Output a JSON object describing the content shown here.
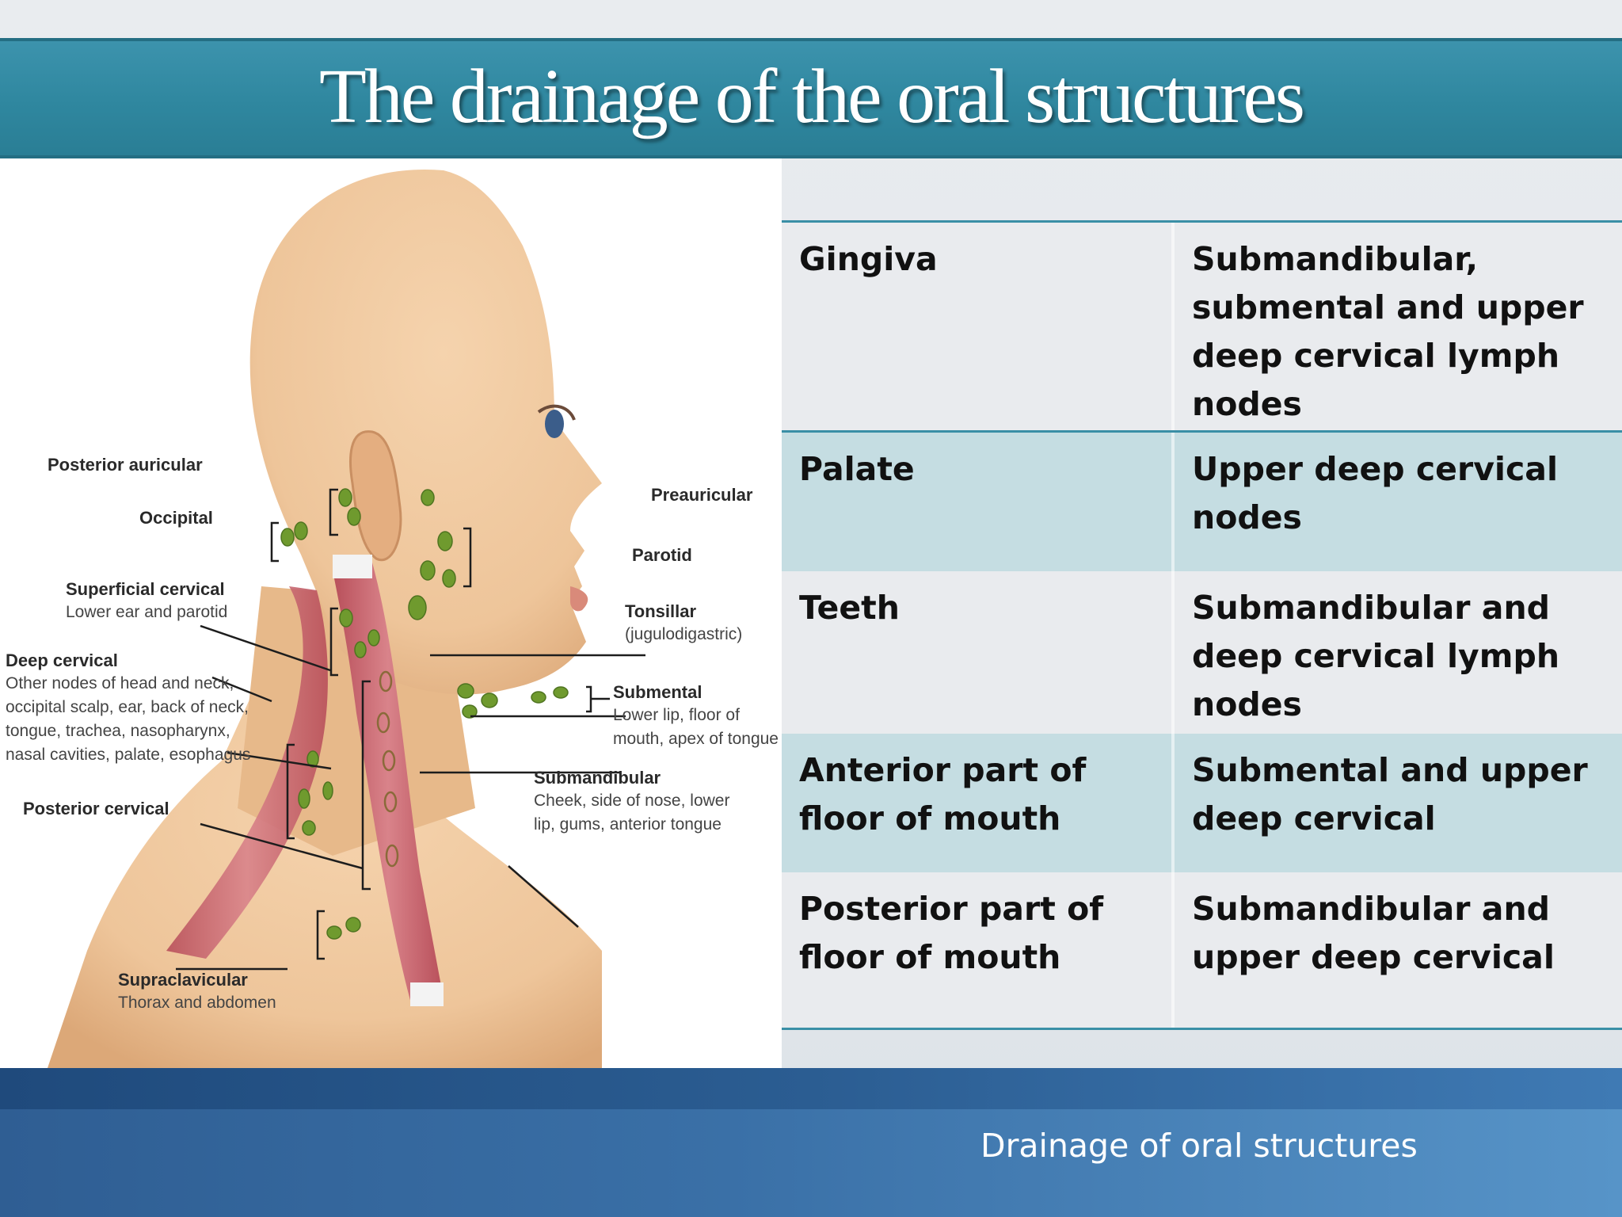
{
  "slide": {
    "title": "The drainage of the oral structures",
    "footer": "Drainage of oral structures"
  },
  "figure": {
    "labels": {
      "posterior_auricular": "Posterior auricular",
      "occipital": "Occipital",
      "superficial_cervical": "Superficial cervical",
      "superficial_cervical_sub": "Lower ear and parotid",
      "deep_cervical": "Deep cervical",
      "deep_cervical_sub1": "Other nodes of head and neck,",
      "deep_cervical_sub2": "occipital scalp, ear, back of neck,",
      "deep_cervical_sub3": "tongue, trachea, nasopharynx,",
      "deep_cervical_sub4": "nasal cavities, palate, esophagus",
      "posterior_cervical": "Posterior cervical",
      "supraclavicular": "Supraclavicular",
      "supraclavicular_sub": "Thorax and abdomen",
      "preauricular": "Preauricular",
      "parotid": "Parotid",
      "tonsillar": "Tonsillar",
      "tonsillar_sub": "(jugulodigastric)",
      "submental": "Submental",
      "submental_sub1": "Lower lip, floor of",
      "submental_sub2": "mouth, apex of tongue",
      "submandibular": "Submandibular",
      "submandibular_sub1": "Cheek, side of nose, lower",
      "submandibular_sub2": "lip, gums, anterior tongue"
    },
    "colors": {
      "skin": "#edc69a",
      "muscle": "#c9656d",
      "node": "#6f9a2e"
    }
  },
  "table": {
    "rows": [
      {
        "structure": "Gingiva",
        "drainage": "Submandibular, submental and upper deep cervical lymph nodes"
      },
      {
        "structure": "Palate",
        "drainage": "Upper deep cervical nodes"
      },
      {
        "structure": "Teeth",
        "drainage": "Submandibular and deep cervical lymph nodes"
      },
      {
        "structure": "Anterior part of floor of mouth",
        "drainage": "Submental and upper deep cervical"
      },
      {
        "structure": "Posterior part of floor of mouth",
        "drainage": "Submandibular and upper deep cervical"
      }
    ]
  }
}
